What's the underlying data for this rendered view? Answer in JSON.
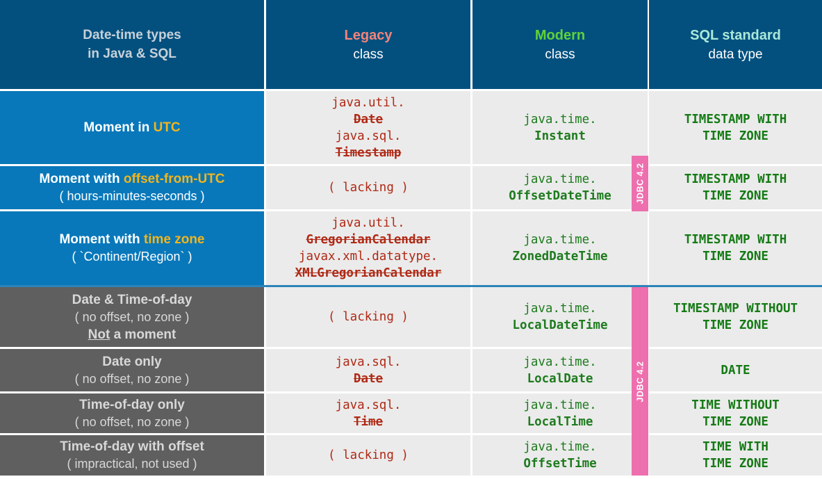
{
  "colors": {
    "navy": "#03507f",
    "blue": "#0878ba",
    "gray": "#5f5f5f",
    "cell_bg": "#ebebeb",
    "legacy_red": "#b02915",
    "modern_green": "#1e7b1e",
    "sql_green": "#157a15",
    "legacy_header": "#f5837b",
    "modern_header": "#5fd23a",
    "sql_header": "#aae9d9",
    "yellow": "#f2b51c",
    "pink": "#ee6fae",
    "header_muted": "#c7d1d9",
    "gray_text": "#d8d8d8",
    "line_blue": "#2b84ba",
    "page_bg": "#ffffff"
  },
  "jdbc_badge_label": "JDBC 4.2",
  "header": {
    "title_line1": "Date-time types",
    "title_line2": "in Java & SQL",
    "legacy_title": "Legacy",
    "legacy_subtitle": "class",
    "modern_title": "Modern",
    "modern_subtitle": "class",
    "sql_title": "SQL standard",
    "sql_subtitle": "data type"
  },
  "rows": [
    {
      "name": "moment-utc",
      "label": {
        "prefix": "Moment in ",
        "highlight": "UTC"
      },
      "legacy": {
        "lines": [
          "java.util.",
          "Date",
          "java.sql.",
          "Timestamp"
        ]
      },
      "modern": {
        "package": "java.time.",
        "class": "Instant"
      },
      "sql": [
        "TIMESTAMP WITH",
        "TIME ZONE"
      ]
    },
    {
      "name": "moment-offset",
      "label": {
        "prefix": "Moment with ",
        "highlight": "offset-from-UTC",
        "sub": "( hours-minutes-seconds )"
      },
      "legacy": {
        "lines": [
          "( lacking )"
        ]
      },
      "modern": {
        "package": "java.time.",
        "class": "OffsetDateTime"
      },
      "sql": [
        "TIMESTAMP WITH",
        "TIME ZONE"
      ]
    },
    {
      "name": "moment-zone",
      "label": {
        "prefix": "Moment with ",
        "highlight": "time zone",
        "sub": "( `Continent/Region` )"
      },
      "legacy": {
        "lines": [
          "java.util.",
          "GregorianCalendar",
          "javax.xml.datatype.",
          "XMLGregorianCalendar"
        ]
      },
      "modern": {
        "package": "java.time.",
        "class": "ZonedDateTime"
      },
      "sql": [
        "TIMESTAMP WITH",
        "TIME ZONE"
      ]
    },
    {
      "name": "date-time-of-day",
      "label": {
        "title": "Date & Time-of-day",
        "sub": "( no offset, no zone )",
        "em_word": "Not",
        "em_rest": " a moment"
      },
      "legacy": {
        "lines": [
          "( lacking )"
        ]
      },
      "modern": {
        "package": "java.time.",
        "class": "LocalDateTime"
      },
      "sql": [
        "TIMESTAMP WITHOUT",
        "TIME ZONE"
      ]
    },
    {
      "name": "date-only",
      "label": {
        "title": "Date only",
        "sub": "( no offset, no zone )"
      },
      "legacy": {
        "lines": [
          "java.sql.",
          "Date"
        ]
      },
      "modern": {
        "package": "java.time.",
        "class": "LocalDate"
      },
      "sql": [
        "DATE"
      ]
    },
    {
      "name": "time-of-day-only",
      "label": {
        "title": "Time-of-day only",
        "sub": "( no offset, no zone )"
      },
      "legacy": {
        "lines": [
          "java.sql.",
          "Time"
        ]
      },
      "modern": {
        "package": "java.time.",
        "class": "LocalTime"
      },
      "sql": [
        "TIME WITHOUT",
        "TIME ZONE"
      ]
    },
    {
      "name": "time-of-day-offset",
      "label": {
        "title": "Time-of-day with offset",
        "sub": "( impractical, not used )"
      },
      "legacy": {
        "lines": [
          "( lacking )"
        ]
      },
      "modern": {
        "package": "java.time.",
        "class": "OffsetTime"
      },
      "sql": [
        "TIME WITH",
        "TIME ZONE"
      ]
    }
  ]
}
